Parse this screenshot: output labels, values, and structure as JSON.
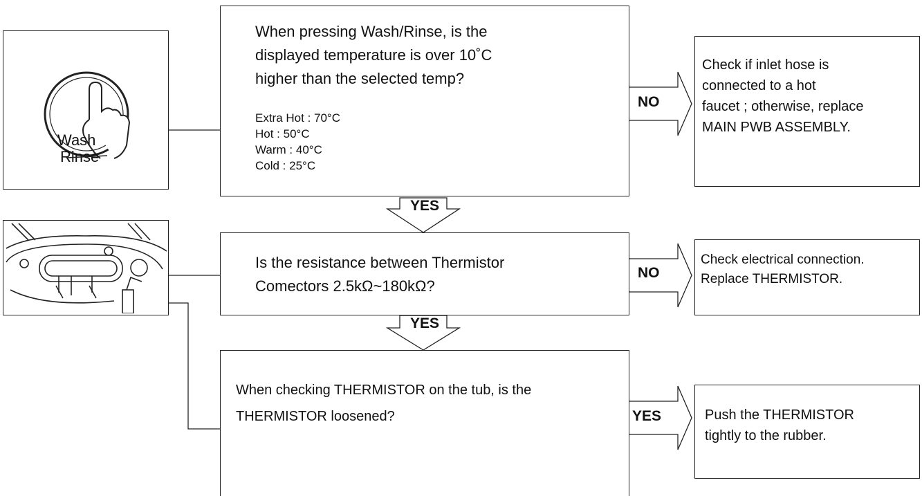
{
  "q1": {
    "lines": [
      "When pressing Wash/Rinse,  is the",
      "displayed temperature is over 10˚C",
      "higher than the selected temp?"
    ],
    "temps": [
      "Extra Hot : 70°C",
      "Hot : 50°C",
      "Warm : 40°C",
      "Cold : 25°C"
    ]
  },
  "q2": {
    "lines": [
      "Is the resistance between Thermistor",
      "Comectors 2.5kΩ~180kΩ?"
    ]
  },
  "q3": {
    "lines": [
      "When checking THERMISTOR on the tub, is the",
      "THERMISTOR loosened?"
    ]
  },
  "a1": {
    "lines": [
      "Check if inlet hose is",
      "connected to a hot",
      "faucet ; otherwise, replace",
      "MAIN PWB ASSEMBLY."
    ]
  },
  "a2": {
    "lines": [
      "Check electrical connection.",
      "Replace THERMISTOR."
    ]
  },
  "a3": {
    "lines": [
      "Push the THERMISTOR",
      "tightly to the rubber."
    ]
  },
  "labels": {
    "no1": "NO",
    "no2": "NO",
    "yes_side": "YES",
    "yes_down1": "YES",
    "yes_down2": "YES"
  },
  "button_text": [
    "Wash",
    "Rinse"
  ]
}
